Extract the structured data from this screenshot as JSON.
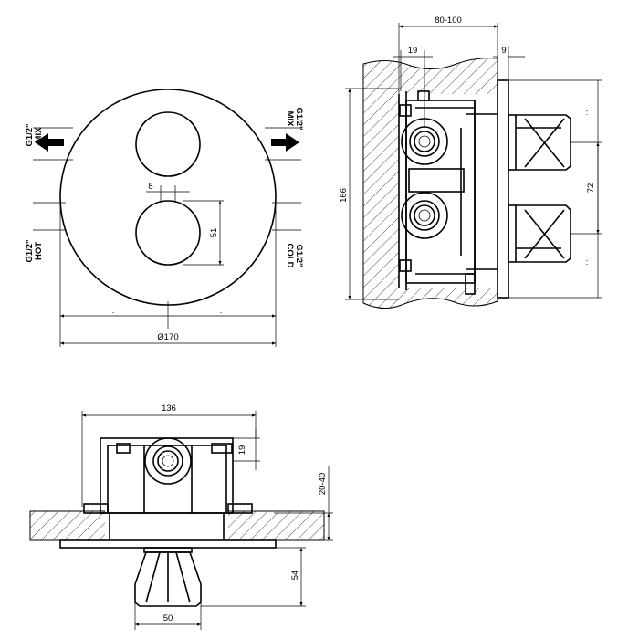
{
  "front_view": {
    "diameter": "Ø170",
    "spacing": "8",
    "knob_height": "51",
    "label_mix_left": [
      "G1/2\"",
      "MIX"
    ],
    "label_mix_right": [
      "G1/2\"",
      "MIX"
    ],
    "label_hot": [
      "G1/2\"",
      "HOT"
    ],
    "label_cold": [
      "G1/2\"",
      "COLD"
    ]
  },
  "side_view": {
    "depth": "80-100",
    "plate": "9",
    "port": "19",
    "height": "166",
    "knob_spacing": "72"
  },
  "top_view": {
    "width": "136",
    "port": "19",
    "depth": "20-40",
    "knob_projection": "54",
    "knob_width": "50"
  }
}
